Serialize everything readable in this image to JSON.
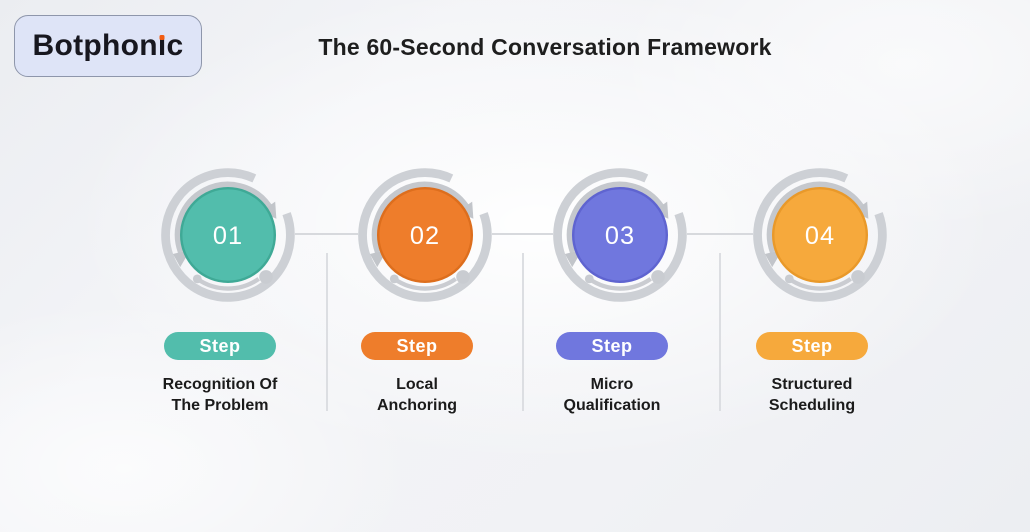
{
  "logo": {
    "text": "Botphonic",
    "text_before_i": "Botphon",
    "i_char": "ı",
    "text_after_i": "c",
    "accent": "#f25c12",
    "background": "#dee4f7",
    "border": "#8e96ab"
  },
  "header": {
    "title": "The 60-Second Conversation Framework"
  },
  "framework": {
    "steps": [
      {
        "number": "01",
        "badge": "Step",
        "label_line1": "Recognition Of",
        "label_line2": "The Problem",
        "color": "#52bdac",
        "color_dark": "#3fa996"
      },
      {
        "number": "02",
        "badge": "Step",
        "label_line1": "Local",
        "label_line2": "Anchoring",
        "color": "#ee7d2b",
        "color_dark": "#dd6e1d"
      },
      {
        "number": "03",
        "badge": "Step",
        "label_line1": "Micro",
        "label_line2": "Qualification",
        "color": "#7077de",
        "color_dark": "#5f64d0"
      },
      {
        "number": "04",
        "badge": "Step",
        "label_line1": "Structured",
        "label_line2": "Scheduling",
        "color": "#f6a93c",
        "color_dark": "#e9992a"
      }
    ],
    "arc_color": "#cdd0d5",
    "connector_color": "#d7d9dd"
  }
}
